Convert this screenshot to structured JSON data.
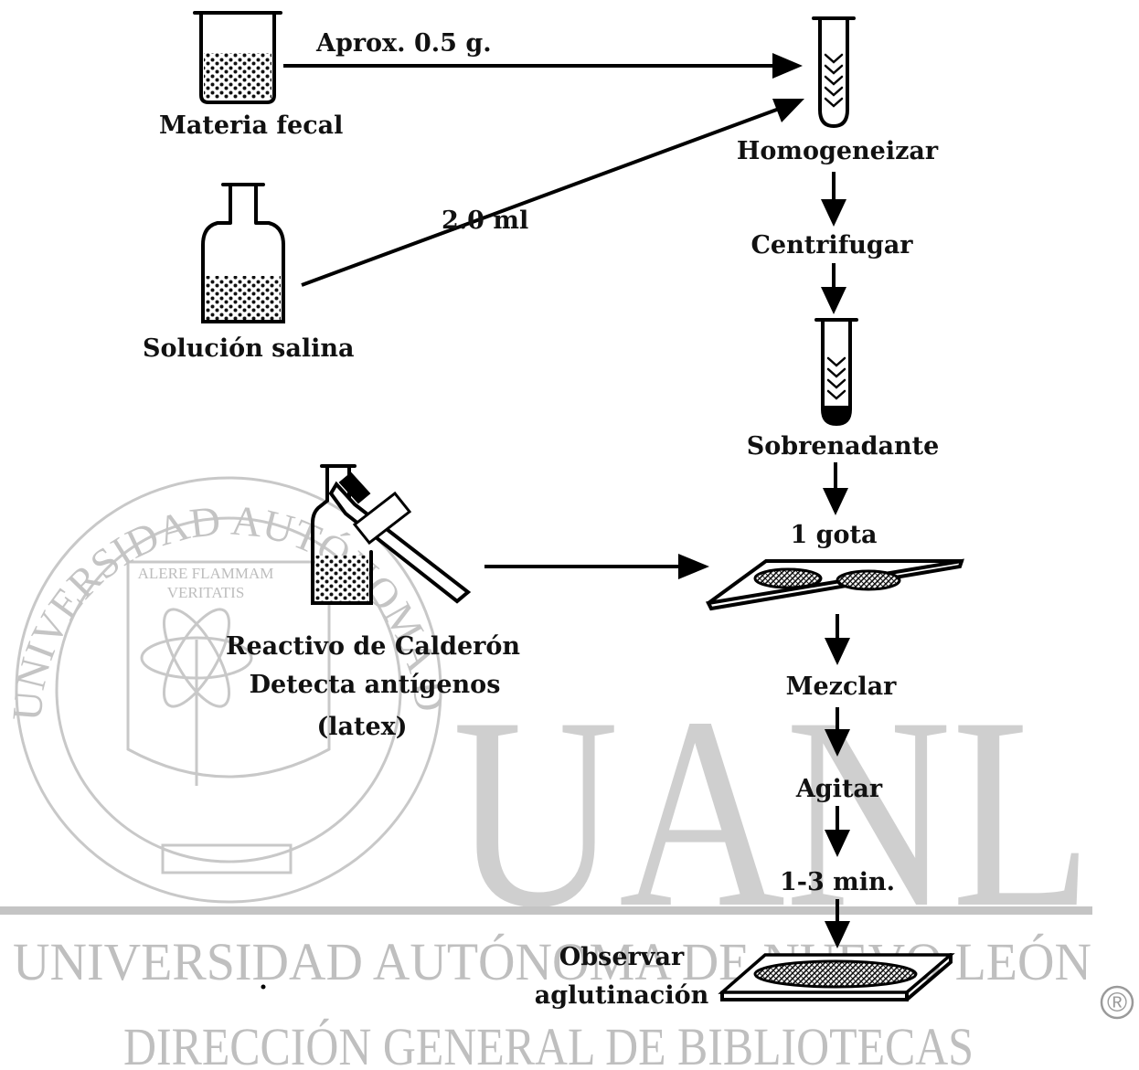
{
  "steps": {
    "materia_fecal": "Materia fecal",
    "solucion_salina": "Solución salina",
    "aprox": "Aprox. 0.5 g.",
    "ml": "2.0 ml",
    "homogeneizar": "Homogeneizar",
    "centrifugar": "Centrifugar",
    "sobrenadante": "Sobrenadante",
    "gota": "1 gota",
    "reactivo_1": "Reactivo de Calderón",
    "reactivo_2": "Detecta antígenos",
    "reactivo_3": "(latex)",
    "mezclar": "Mezclar",
    "agitar": "Agitar",
    "minutos": "1-3 min.",
    "observar_1": "Observar",
    "observar_2": "aglutinación"
  },
  "watermark": {
    "big": "UANL",
    "university": "UNIVERSIDAD AUTÓNOMA DE NUEVO LEÓN",
    "library": "DIRECCIÓN GENERAL DE BIBLIOTECAS",
    "seal_ring": "UNIVERSIDAD AUTÓNOMA DE NUEVO LEÓN",
    "seal_motto_1": "ALERE FLAMMAM",
    "seal_motto_2": "VERITATIS",
    "registered": "®"
  }
}
